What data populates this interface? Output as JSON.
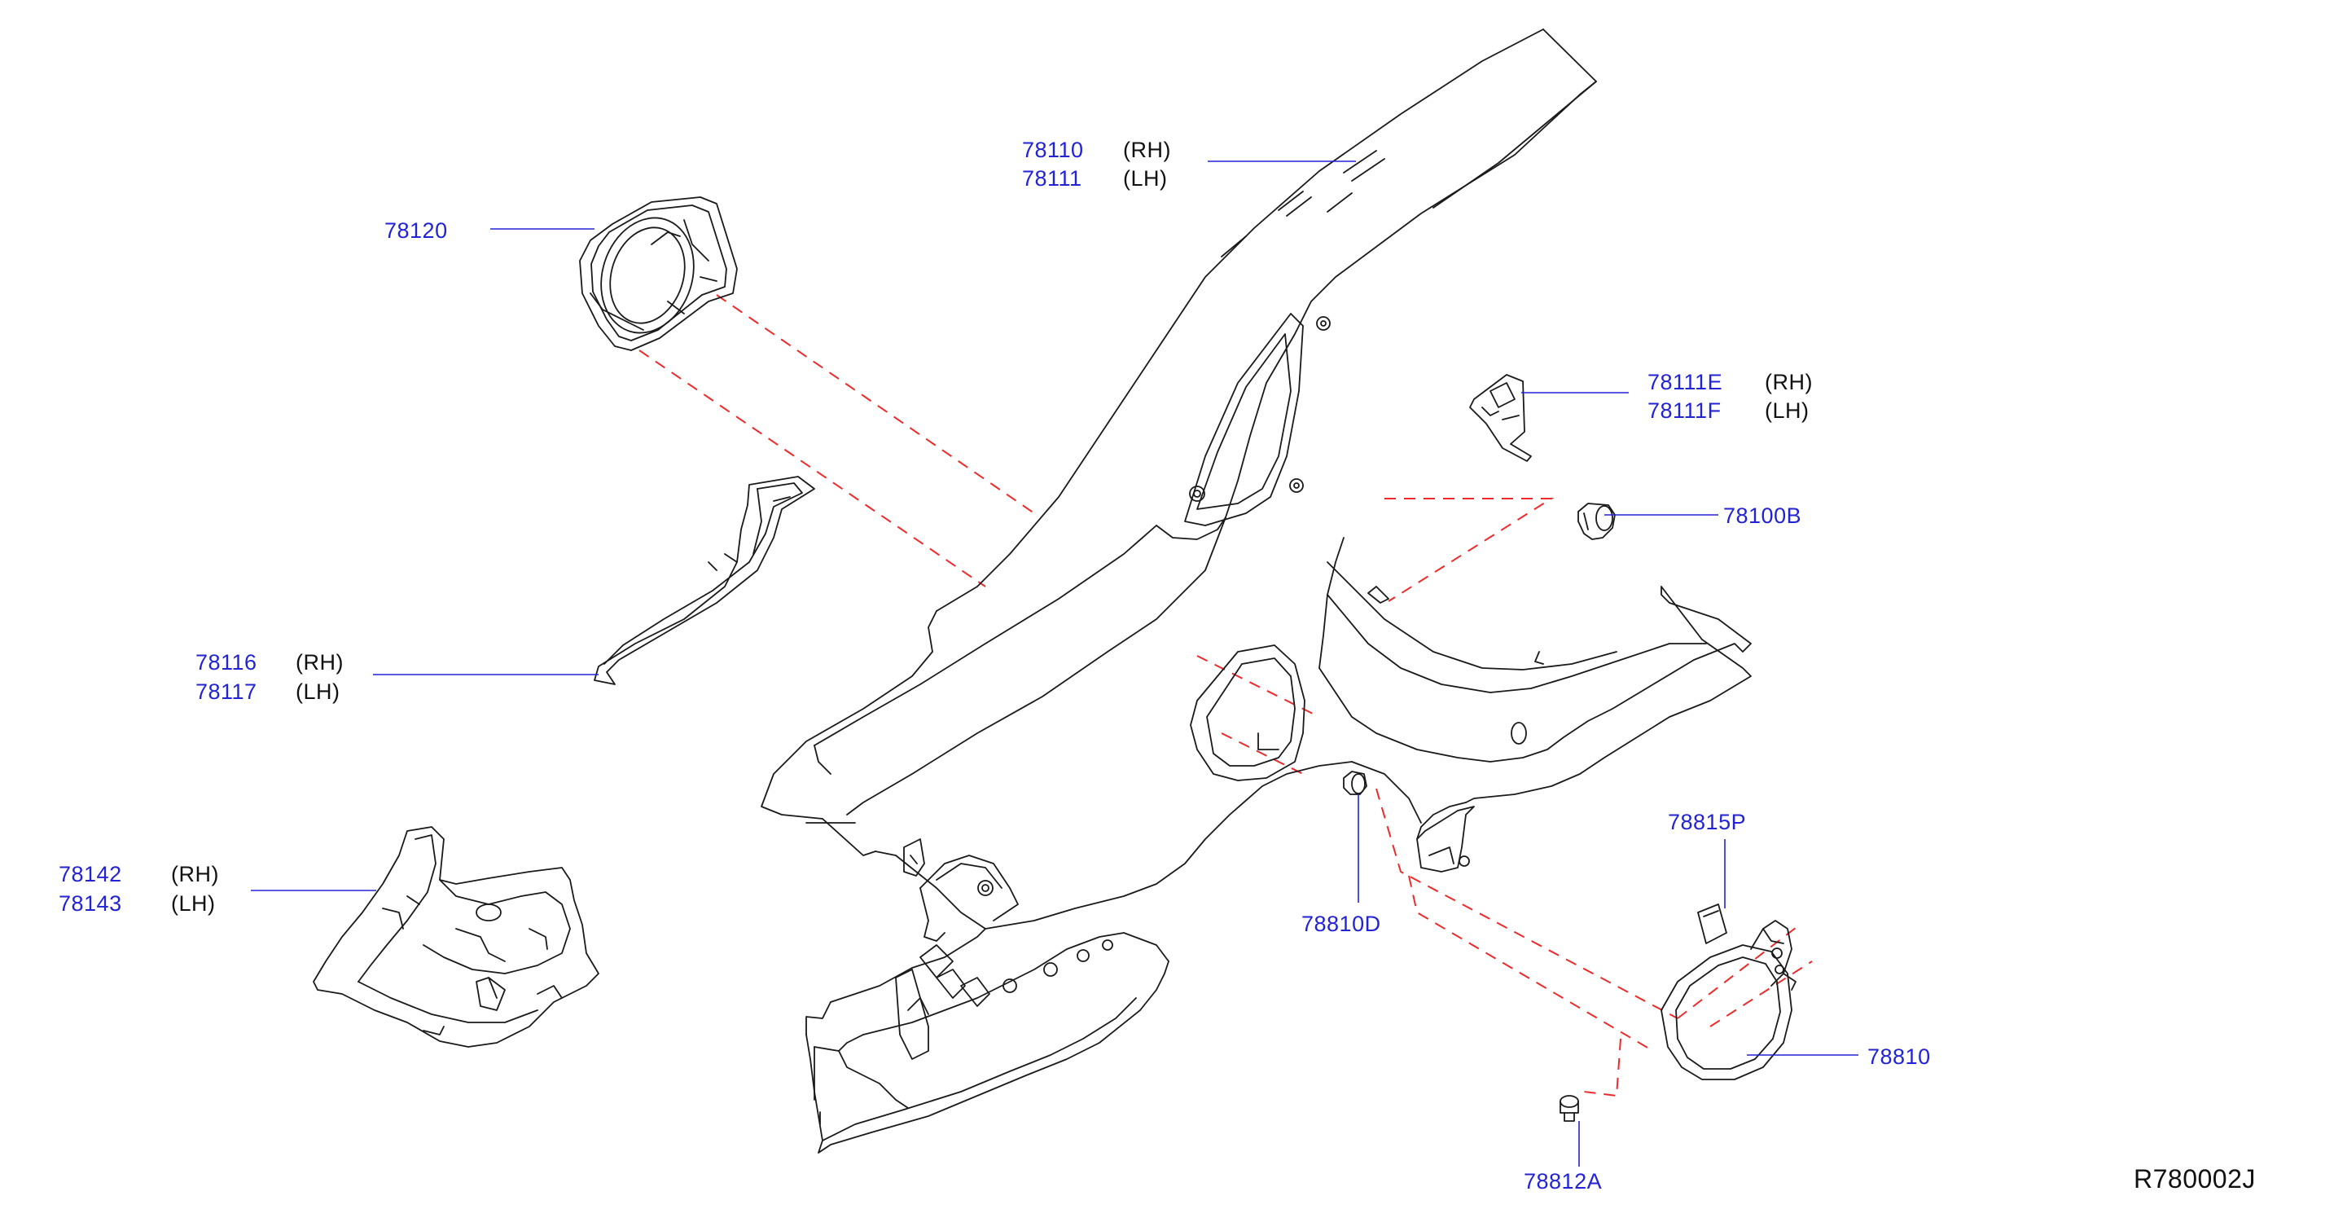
{
  "diagram": {
    "reference_code": "R780002J",
    "callouts": [
      {
        "id": "c78110",
        "part_no": "78110",
        "side": "(RH)"
      },
      {
        "id": "c78111",
        "part_no": "78111",
        "side": "(LH)"
      },
      {
        "id": "c78120",
        "part_no": "78120",
        "side": ""
      },
      {
        "id": "c78111E",
        "part_no": "78111E",
        "side": "(RH)"
      },
      {
        "id": "c78111F",
        "part_no": "78111F",
        "side": "(LH)"
      },
      {
        "id": "c78100B",
        "part_no": "78100B",
        "side": ""
      },
      {
        "id": "c78116",
        "part_no": "78116",
        "side": "(RH)"
      },
      {
        "id": "c78117",
        "part_no": "78117",
        "side": "(LH)"
      },
      {
        "id": "c78142",
        "part_no": "78142",
        "side": "(RH)"
      },
      {
        "id": "c78143",
        "part_no": "78143",
        "side": "(LH)"
      },
      {
        "id": "c78815P",
        "part_no": "78815P",
        "side": ""
      },
      {
        "id": "c78810D",
        "part_no": "78810D",
        "side": ""
      },
      {
        "id": "c78810",
        "part_no": "78810",
        "side": ""
      },
      {
        "id": "c78812A",
        "part_no": "78812A",
        "side": ""
      }
    ],
    "colors": {
      "part_number_text": "#2323d6",
      "leader_line": "#2323d6",
      "assembly_dash": "#ee2a2a",
      "outline": "#1a1a1a",
      "background": "#ffffff"
    }
  }
}
